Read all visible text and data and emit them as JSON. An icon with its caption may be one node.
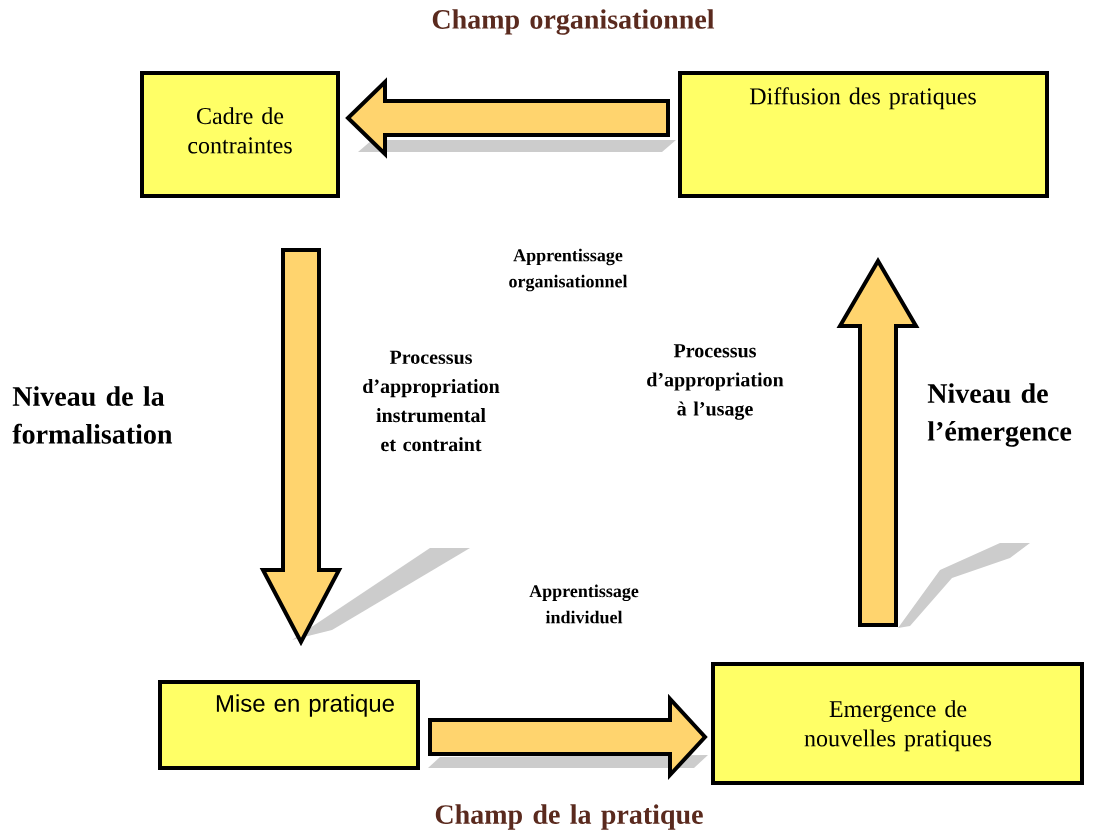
{
  "diagram": {
    "nodes": [
      {
        "text": [
          "Cadre de contraintes"
        ]
      },
      {
        "text": [
          "Diffusion des pratiques"
        ]
      },
      {
        "text": [
          "Mise en pratique"
        ]
      },
      {
        "text": [
          "Emergence de nouvelles pratiques"
        ]
      }
    ],
    "edges": [
      {
        "from": 1,
        "to": 0,
        "arrow": "to"
      },
      {
        "from": 0,
        "to": 2,
        "arrow": "to"
      },
      {
        "from": 2,
        "to": 3,
        "arrow": "to"
      },
      {
        "from": 3,
        "to": 1,
        "arrow": "to"
      }
    ],
    "labels": [
      "Champ organisationnel",
      "Niveau de la formalisation",
      "Apprentissage organisationnel",
      "Processus d’appropriation instrumental et contraint",
      "Processus d’appropriation à l’usage",
      "Niveau de l’émergence",
      "Apprentissage individuel",
      "Champ de la pratique"
    ]
  }
}
